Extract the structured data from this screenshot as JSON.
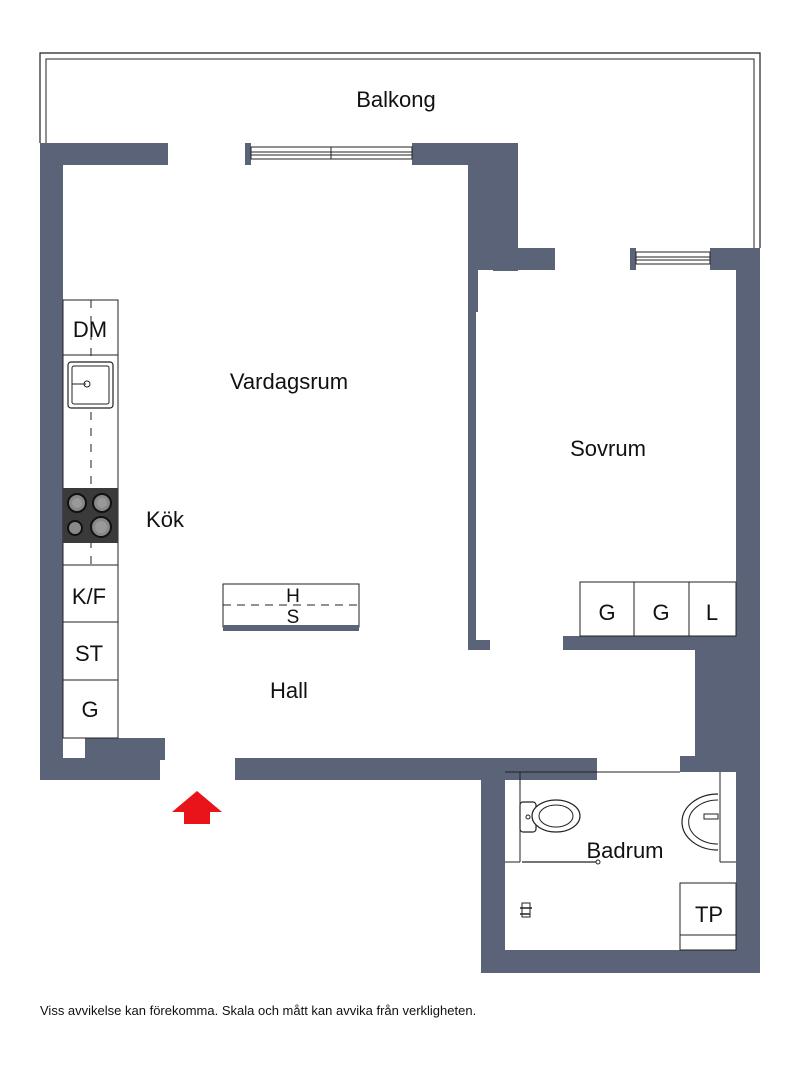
{
  "rooms": {
    "balcony": "Balkong",
    "living": "Vardagsrum",
    "bedroom": "Sovrum",
    "kitchen": "Kök",
    "hall": "Hall",
    "bathroom": "Badrum"
  },
  "fixtures": {
    "dishwasher": "DM",
    "fridge_freezer": "K/F",
    "storage_st": "ST",
    "wardrobe_kitchen": "G",
    "wardrobe_1": "G",
    "wardrobe_2": "G",
    "linen": "L",
    "dryer": "TP",
    "hat_shelf_h": "H",
    "hat_shelf_s": "S"
  },
  "disclaimer": "Viss avvikelse kan förekomma. Skala och mått kan avvika från verkligheten.",
  "colors": {
    "wall": "#5b6378",
    "entrance_arrow": "#e8141a",
    "hob": "#3a3a3a",
    "background": "#ffffff"
  }
}
